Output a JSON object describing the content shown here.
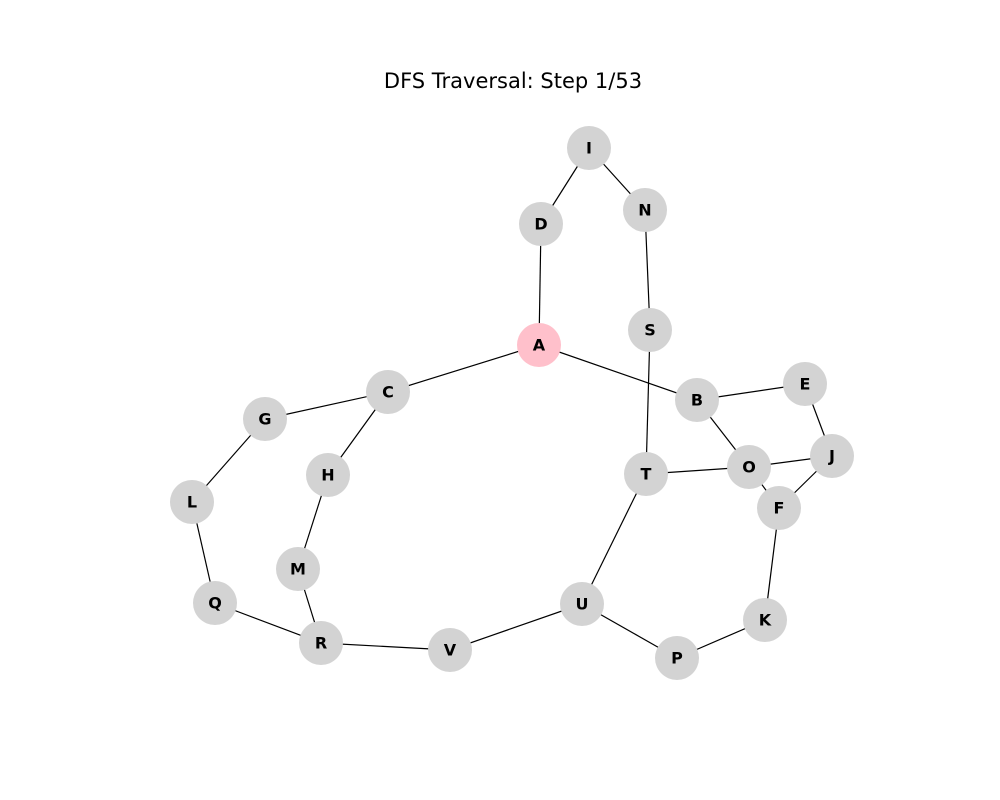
{
  "title": "DFS Traversal: Step 1/53",
  "colors": {
    "node_default": "#d3d3d3",
    "node_current": "#ffc0cb",
    "edge": "#000000",
    "label": "#000000"
  },
  "graph": {
    "current_node": "A",
    "nodes": [
      "A",
      "B",
      "C",
      "D",
      "E",
      "F",
      "G",
      "H",
      "I",
      "J",
      "K",
      "L",
      "M",
      "N",
      "O",
      "P",
      "Q",
      "R",
      "S",
      "T",
      "U",
      "V"
    ],
    "edges": [
      [
        "A",
        "D"
      ],
      [
        "A",
        "C"
      ],
      [
        "A",
        "B"
      ],
      [
        "D",
        "I"
      ],
      [
        "I",
        "N"
      ],
      [
        "N",
        "S"
      ],
      [
        "S",
        "T"
      ],
      [
        "C",
        "G"
      ],
      [
        "C",
        "H"
      ],
      [
        "G",
        "L"
      ],
      [
        "L",
        "Q"
      ],
      [
        "Q",
        "R"
      ],
      [
        "H",
        "M"
      ],
      [
        "M",
        "R"
      ],
      [
        "R",
        "V"
      ],
      [
        "V",
        "U"
      ],
      [
        "U",
        "T"
      ],
      [
        "U",
        "P"
      ],
      [
        "T",
        "O"
      ],
      [
        "B",
        "E"
      ],
      [
        "B",
        "O"
      ],
      [
        "E",
        "J"
      ],
      [
        "O",
        "J"
      ],
      [
        "O",
        "F"
      ],
      [
        "J",
        "F"
      ],
      [
        "F",
        "K"
      ],
      [
        "K",
        "P"
      ]
    ]
  }
}
